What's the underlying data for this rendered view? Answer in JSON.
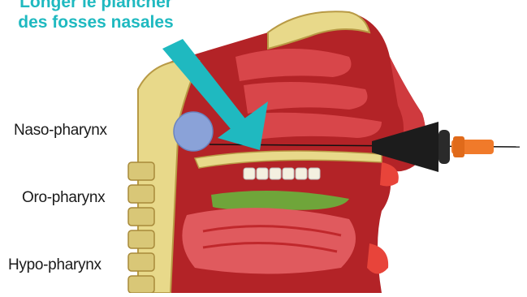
{
  "callout": {
    "line1": "Longer le plancher",
    "line2": "des fosses nasales",
    "color": "#1fb9c0"
  },
  "labels": {
    "naso": "Naso-pharynx",
    "oro": "Oro-pharynx",
    "hypo": "Hypo-pharynx"
  },
  "colors": {
    "tissue": "#c0282c",
    "tissue_light": "#e2585a",
    "bone": "#e8d98a",
    "arrow": "#1fb9c0",
    "marker": "#8aa2d8",
    "probe": "#1c1c1c",
    "needle_hub": "#f07a2a"
  }
}
